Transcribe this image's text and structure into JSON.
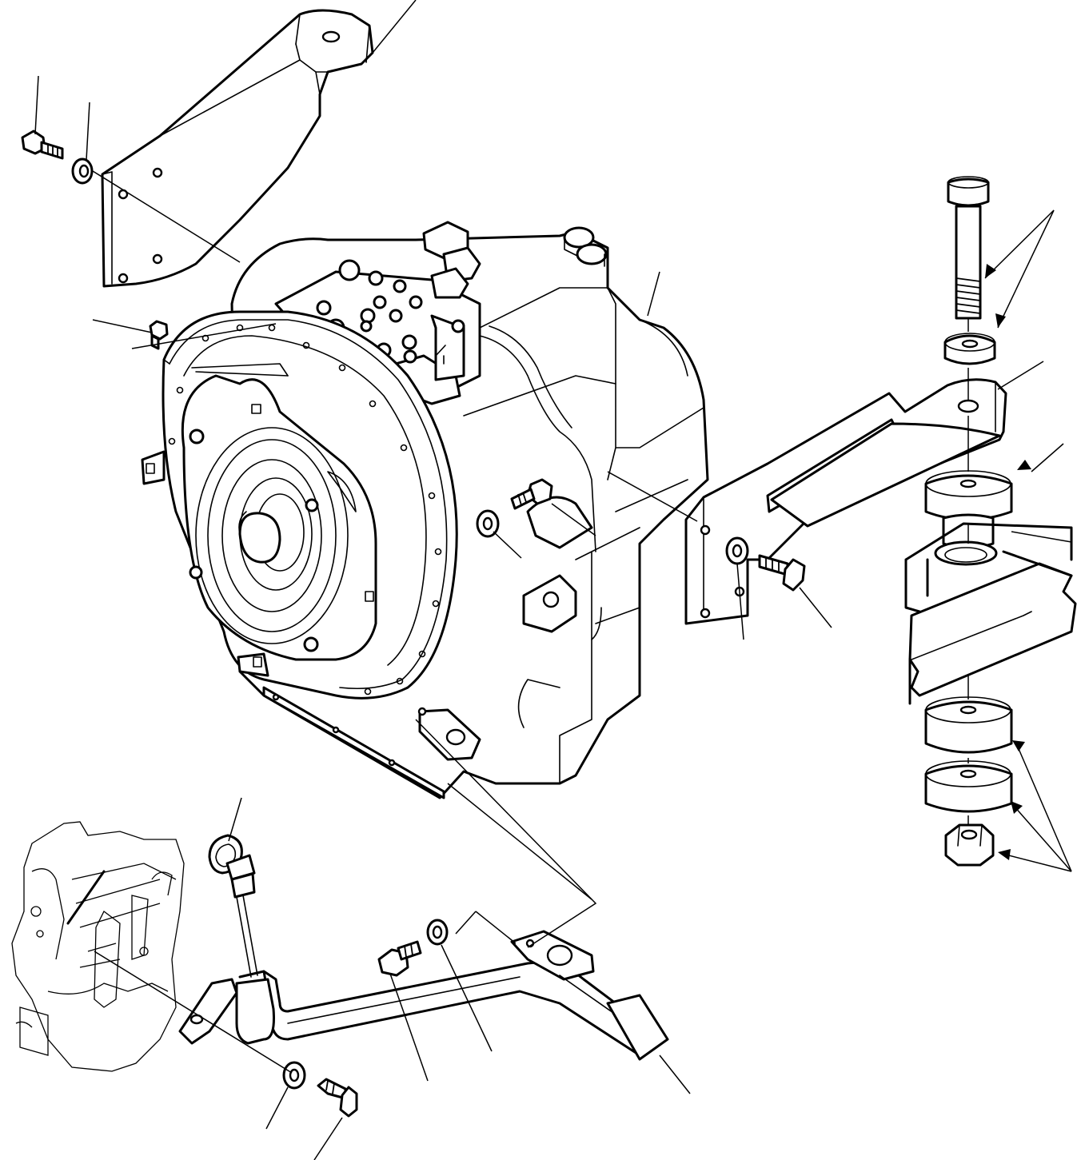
{
  "diagram": {
    "kind": "exploded-parts-view",
    "colors": {
      "line": "#000000",
      "paper": "#ffffff"
    },
    "parts": [
      "upper-mount-bracket",
      "bracket-bolt",
      "bracket-washer",
      "transmission-housing",
      "torque-converter-flange",
      "control-valve-block",
      "housing-bolt",
      "housing-washer",
      "side-mount-bracket",
      "side-bracket-washer",
      "side-bracket-bolt",
      "mount-bolt",
      "mount-washer",
      "upper-rubber-mount",
      "frame-section",
      "lower-rubber-mount-upper",
      "lower-rubber-mount-lower",
      "mount-nut",
      "dipstick",
      "filler-tube",
      "tube-bolt",
      "tube-washer",
      "clip-washer",
      "clip-bolt",
      "engine-location-sketch"
    ]
  }
}
